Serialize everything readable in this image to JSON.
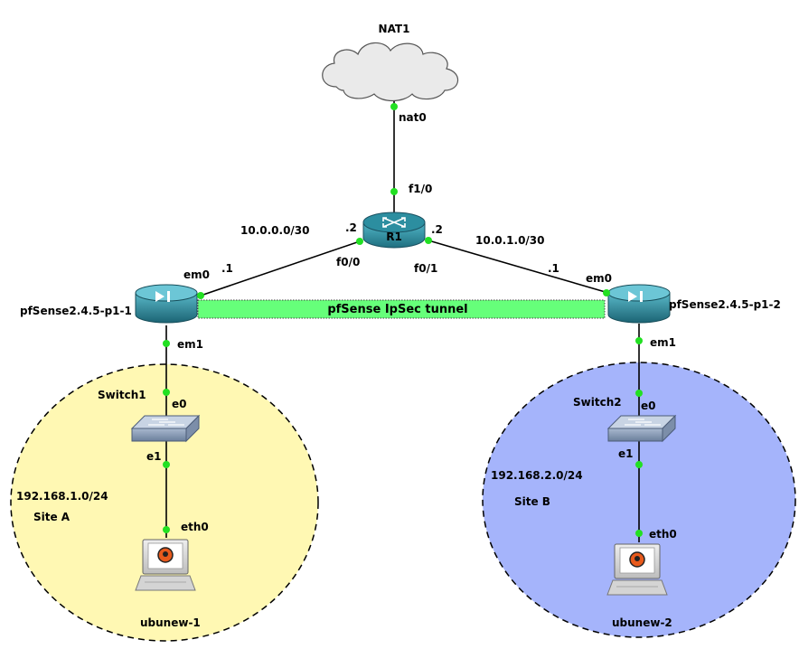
{
  "colors": {
    "site_a_fill": "#fff8b3",
    "site_b_fill": "#a5b4fb",
    "tunnel_fill": "#66ff7a",
    "link_dot": "#22e022",
    "router_body": "#2c8ea0",
    "cloud_fill": "#eaeaea"
  },
  "nodes": {
    "nat": {
      "label": "NAT1",
      "icon": "cloud-icon"
    },
    "router": {
      "label": "R1",
      "icon": "router-icon"
    },
    "fw1": {
      "label": "pfSense2.4.5-p1-1",
      "icon": "firewall-icon"
    },
    "fw2": {
      "label": "pfSense2.4.5-p1-2",
      "icon": "firewall-icon"
    },
    "sw1": {
      "label": "Switch1",
      "icon": "switch-icon"
    },
    "sw2": {
      "label": "Switch2",
      "icon": "switch-icon"
    },
    "host1": {
      "label": "ubunew-1",
      "icon": "computer-icon"
    },
    "host2": {
      "label": "ubunew-2",
      "icon": "computer-icon"
    }
  },
  "ports": {
    "nat0": "nat0",
    "f1_0": "f1/0",
    "f0_0": "f0/0",
    "f0_1": "f0/1",
    "r_dot2_left": ".2",
    "r_dot2_right": ".2",
    "fw1_em0": "em0",
    "fw1_dot1": ".1",
    "fw1_em1": "em1",
    "fw2_em0": "em0",
    "fw2_dot1": ".1",
    "fw2_em1": "em1",
    "sw1_e0": "e0",
    "sw1_e1": "e1",
    "sw2_e0": "e0",
    "sw2_e1": "e1",
    "h1_eth0": "eth0",
    "h2_eth0": "eth0"
  },
  "networks": {
    "left_wan": "10.0.0.0/30",
    "right_wan": "10.0.1.0/30",
    "site_a_subnet": "192.168.1.0/24",
    "site_a_name": "Site A",
    "site_b_subnet": "192.168.2.0/24",
    "site_b_name": "Site B"
  },
  "tunnel": {
    "label": "pfSense IpSec tunnel"
  }
}
